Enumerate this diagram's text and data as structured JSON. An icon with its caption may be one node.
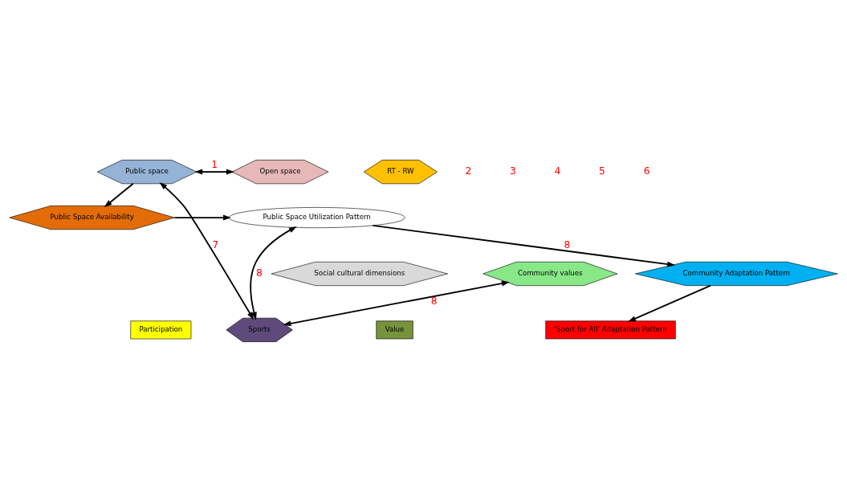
{
  "diagram": {
    "nodes": [
      {
        "text": [
          "Public space"
        ]
      },
      {
        "text": [
          "Open space"
        ]
      },
      {
        "text": [
          "RT - RW"
        ]
      },
      {
        "text": [
          "Public Space Availability"
        ]
      },
      {
        "text": [
          "Public Space Utilization Pattern"
        ]
      },
      {
        "text": [
          "Social cultural dimensions"
        ]
      },
      {
        "text": [
          "Community values"
        ]
      },
      {
        "text": [
          "Community Adaptation Pattern"
        ]
      },
      {
        "text": [
          "Participation"
        ]
      },
      {
        "text": [
          "Sports"
        ]
      },
      {
        "text": [
          "Value"
        ]
      },
      {
        "text": [
          "‘Sport for All’ Adaptation Pattern"
        ]
      }
    ],
    "edges": [
      {
        "from": 0,
        "to": 1,
        "arrow": "both",
        "label": "1"
      },
      {
        "from": 0,
        "to": 3,
        "arrow": "to"
      },
      {
        "from": 3,
        "to": 4,
        "arrow": "to"
      },
      {
        "from": 4,
        "to": 7,
        "arrow": "to",
        "label": "8"
      },
      {
        "from": 6,
        "to": 9,
        "arrow": "both",
        "label": "8"
      },
      {
        "from": 9,
        "to": 0,
        "arrow": "both",
        "label": "7"
      },
      {
        "from": 7,
        "to": 11,
        "arrow": "to"
      },
      {
        "from": 9,
        "to": 4,
        "arrow": "both",
        "label": "8"
      }
    ],
    "labels": [
      "2",
      "3",
      "4",
      "5",
      "6"
    ]
  }
}
